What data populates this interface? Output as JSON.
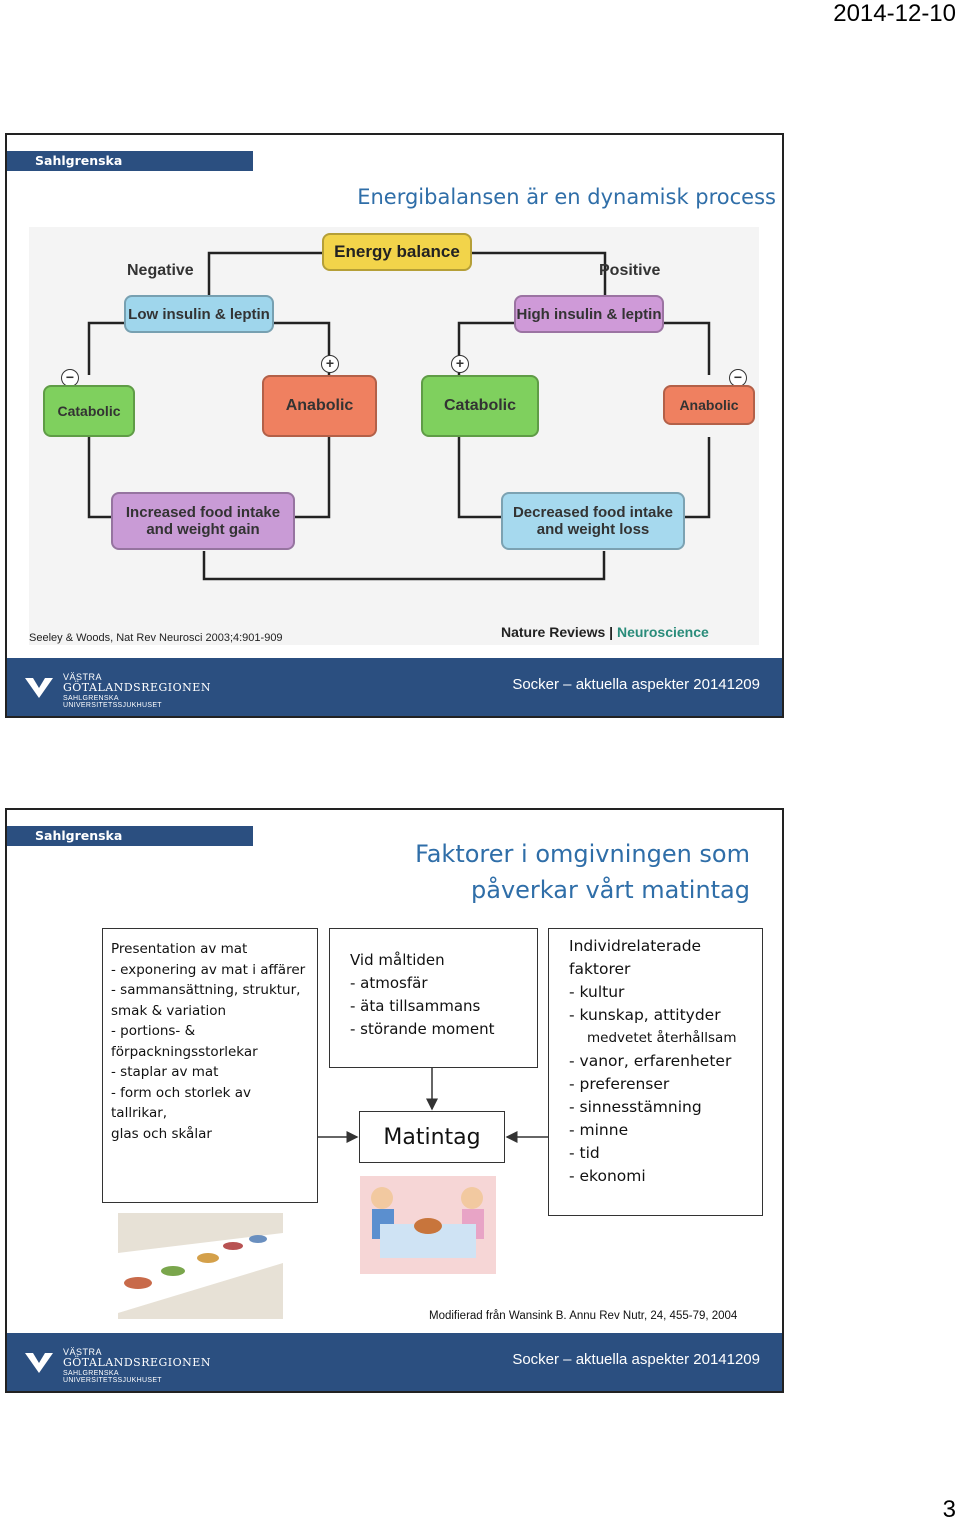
{
  "page": {
    "date": "2014-12-10",
    "number": "3"
  },
  "slide1": {
    "hospital": "Sahlgrenska Universitetssjukhuset",
    "title": "Energibalansen är en dynamisk process",
    "diagram": {
      "energy_balance": "Energy balance",
      "negative": "Negative",
      "positive": "Positive",
      "low": "Low insulin & leptin",
      "high": "High insulin & leptin",
      "catabolic_left": "Catabolic",
      "anabolic_left": "Anabolic",
      "catabolic_right": "Catabolic",
      "anabolic_right": "Anabolic",
      "increased": "Increased food intake and weight gain",
      "decreased": "Decreased food intake and weight loss",
      "minus": "−",
      "plus": "+"
    },
    "citation": "Seeley & Woods, Nat Rev Neurosci 2003;4:901-909",
    "journal_a": "Nature Reviews",
    "journal_sep": "|",
    "journal_b": "Neuroscience",
    "footer": "Socker – aktuella aspekter 20141209",
    "logo_line1": "VÄSTRA",
    "logo_line2": "GÖTALANDSREGIONEN",
    "logo_line3": "SAHLGRENSKA UNIVERSITETSSJUKHUSET"
  },
  "slide2": {
    "hospital": "Sahlgrenska Universitetssjukhuset",
    "title_line1": "Faktorer i omgivningen som",
    "title_line2": "påverkar vårt matintag",
    "left_box": [
      "Presentation av mat",
      "- exponering av mat i affärer",
      "- sammansättning, struktur,",
      "smak & variation",
      "- portions- &",
      "förpackningsstorlekar",
      "- staplar av mat",
      "- form och storlek av tallrikar,",
      "glas och skålar"
    ],
    "mid_box": [
      "Vid måltiden",
      "- atmosfär",
      "- äta tillsammans",
      "- störande moment"
    ],
    "right_box": [
      "Individrelaterade",
      "faktorer",
      "- kultur",
      "- kunskap, attityder",
      "medvetet återhållsam",
      "- vanor, erfarenheter",
      "- preferenser",
      "- sinnesstämning",
      "- minne",
      "- tid",
      "- ekonomi"
    ],
    "intake": "Matintag",
    "citation": "Modifierad från Wansink B. Annu Rev Nutr, 24, 455-79, 2004",
    "footer": "Socker – aktuella aspekter 20141209",
    "logo_line1": "VÄSTRA",
    "logo_line2": "GÖTALANDSREGIONEN",
    "logo_line3": "SAHLGRENSKA UNIVERSITETSSJUKHUSET"
  }
}
